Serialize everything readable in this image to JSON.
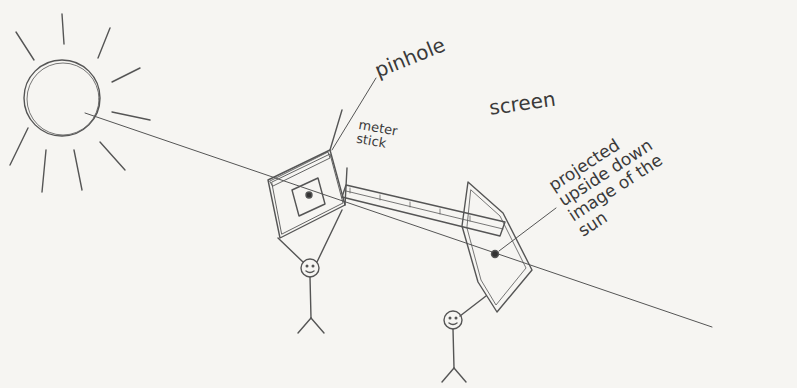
{
  "diagram": {
    "labels": [
      "pinhole",
      "meter stick",
      "screen",
      "projected upside down image of the sun"
    ]
  }
}
